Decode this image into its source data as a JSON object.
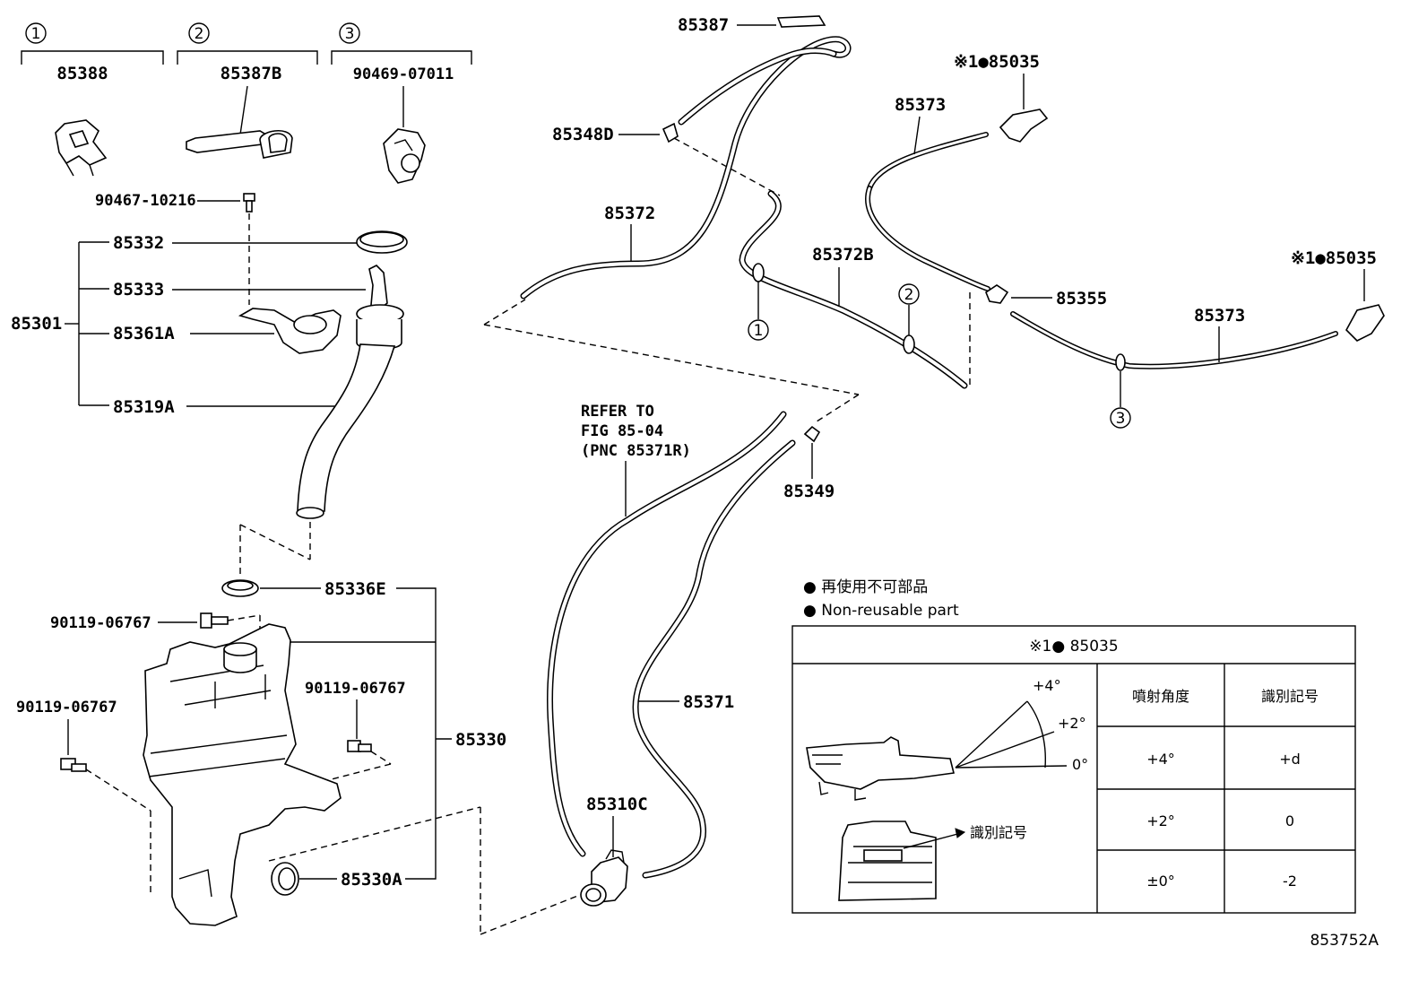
{
  "callouts": {
    "c1": "1",
    "c2": "2",
    "c3": "3"
  },
  "parts": {
    "p85388": "85388",
    "p85387B": "85387B",
    "p90469": "90469-07011",
    "p90467": "90467-10216",
    "p85332": "85332",
    "p85333": "85333",
    "p85301": "85301",
    "p85361A": "85361A",
    "p85319A": "85319A",
    "p85336E": "85336E",
    "p90119a": "90119-06767",
    "p90119b": "90119-06767",
    "p90119c": "90119-06767",
    "p85330": "85330",
    "p85330A": "85330A",
    "p85387": "85387",
    "p85348D": "85348D",
    "p85372": "85372",
    "p85372B": "85372B",
    "p85373a": "85373",
    "p85373b": "85373",
    "p85035a": "※1●85035",
    "p85035b": "※1●85035",
    "p85355": "85355",
    "p85349": "85349",
    "p85371": "85371",
    "p85310C": "85310C"
  },
  "refer": {
    "line1": "REFER TO",
    "line2": "FIG 85-04",
    "line3": "(PNC 85371R)"
  },
  "legend": {
    "jp": "● 再使用不可部品",
    "en": "● Non-reusable part"
  },
  "table": {
    "title": "※1● 85035",
    "angle_plus4": "+4°",
    "angle_plus2": "+2°",
    "angle_zero": "0°",
    "id_mark_label": "識別記号",
    "col1_header": "噴射角度",
    "col2_header": "識別記号",
    "rows": [
      {
        "angle": "+4°",
        "mark": "+d"
      },
      {
        "angle": "+2°",
        "mark": "0"
      },
      {
        "angle": "±0°",
        "mark": "-2"
      }
    ]
  },
  "figure_id": "853752A"
}
